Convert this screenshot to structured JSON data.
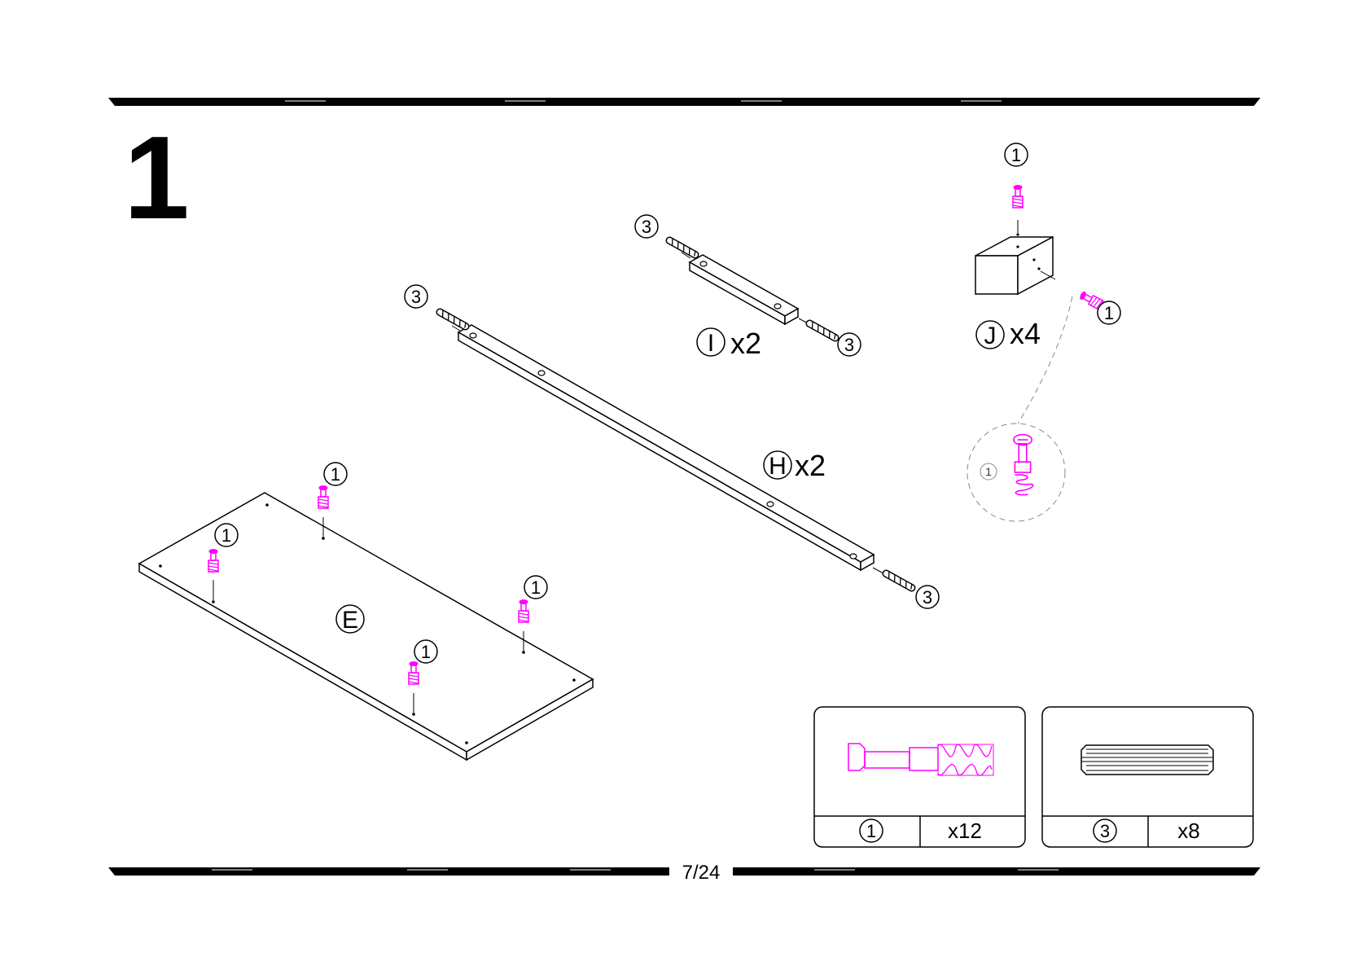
{
  "page": {
    "step_number": "1",
    "page_indicator": "7/24",
    "accent_color": "#ff00ff",
    "line_color": "#000000"
  },
  "parts": {
    "panel_E": {
      "letter": "E"
    },
    "rail_H": {
      "letter": "H",
      "quantity": "x2"
    },
    "rail_I": {
      "letter": "I",
      "quantity": "x2"
    },
    "block_J": {
      "letter": "J",
      "quantity": "x4"
    }
  },
  "callouts": {
    "cam_bolt": "1",
    "dowel": "3"
  },
  "hardware": [
    {
      "ref": "1",
      "quantity": "x12",
      "icon": "cam-bolt-icon"
    },
    {
      "ref": "3",
      "quantity": "x8",
      "icon": "wooden-dowel-icon"
    }
  ]
}
